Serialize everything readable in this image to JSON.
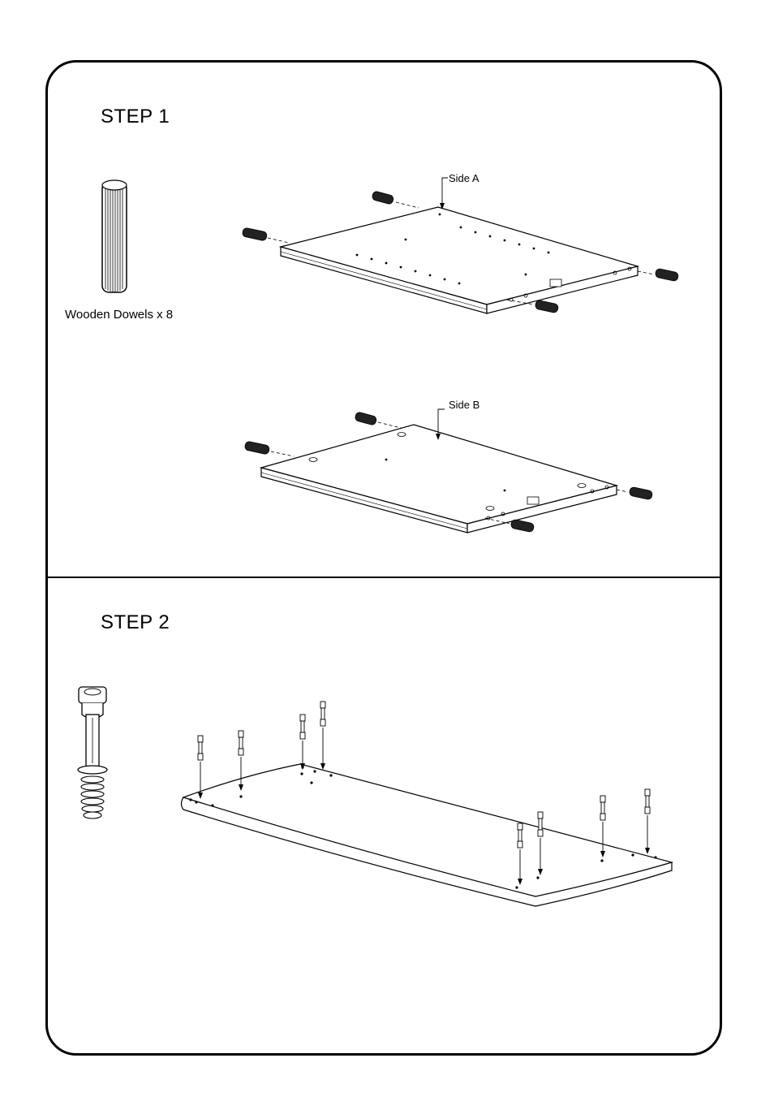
{
  "step1": {
    "title": "STEP 1",
    "part_caption": "Wooden Dowels x 8",
    "side_a_label": "Side A",
    "side_b_label": "Side B"
  },
  "step2": {
    "title": "STEP 2"
  },
  "icons": [
    "wooden-dowel-icon",
    "cam-bolt-icon"
  ]
}
